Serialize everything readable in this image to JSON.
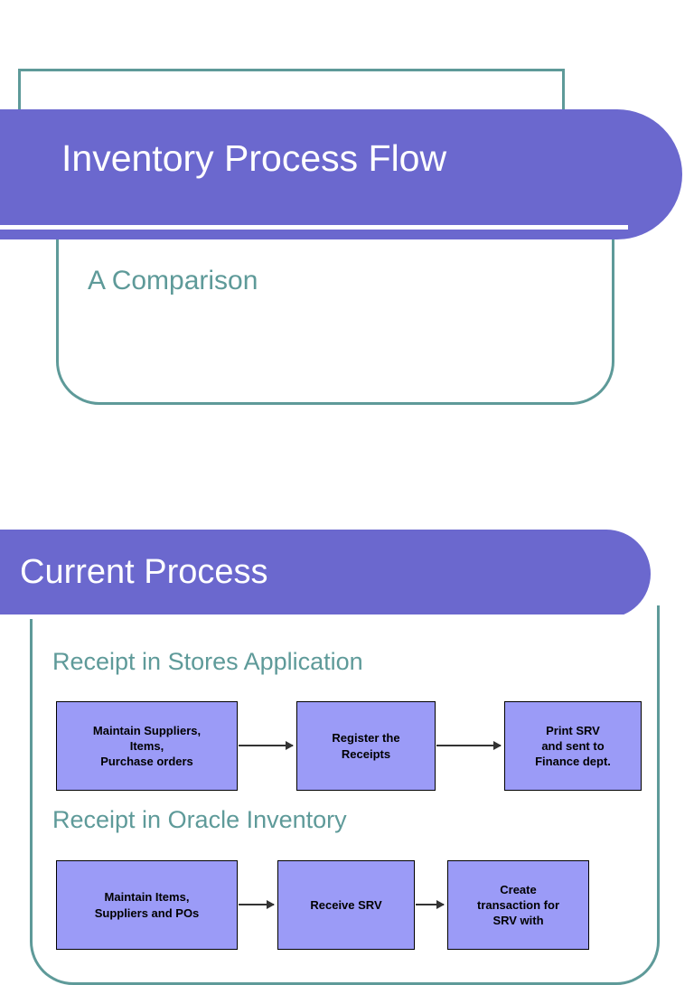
{
  "document": {
    "type": "presentation-slides",
    "colors": {
      "banner_purple": "#6b68ce",
      "frame_teal": "#5e9a99",
      "box_periwinkle": "#9b9bf7",
      "box_border": "#000000",
      "arrow": "#333333",
      "background": "#ffffff"
    }
  },
  "slide1": {
    "title": "Inventory Process Flow",
    "subtitle": "A Comparison"
  },
  "slide2": {
    "title": "Current Process",
    "sections": [
      {
        "heading": "Receipt in Stores Application",
        "steps": [
          "Maintain Suppliers,\nItems,\nPurchase orders",
          "Register the\nReceipts",
          "Print SRV\nand sent to\nFinance dept."
        ]
      },
      {
        "heading": "Receipt in Oracle Inventory",
        "steps": [
          "Maintain Items,\nSuppliers and POs",
          "Receive SRV",
          "Create\ntransaction for\nSRV with"
        ]
      }
    ]
  }
}
